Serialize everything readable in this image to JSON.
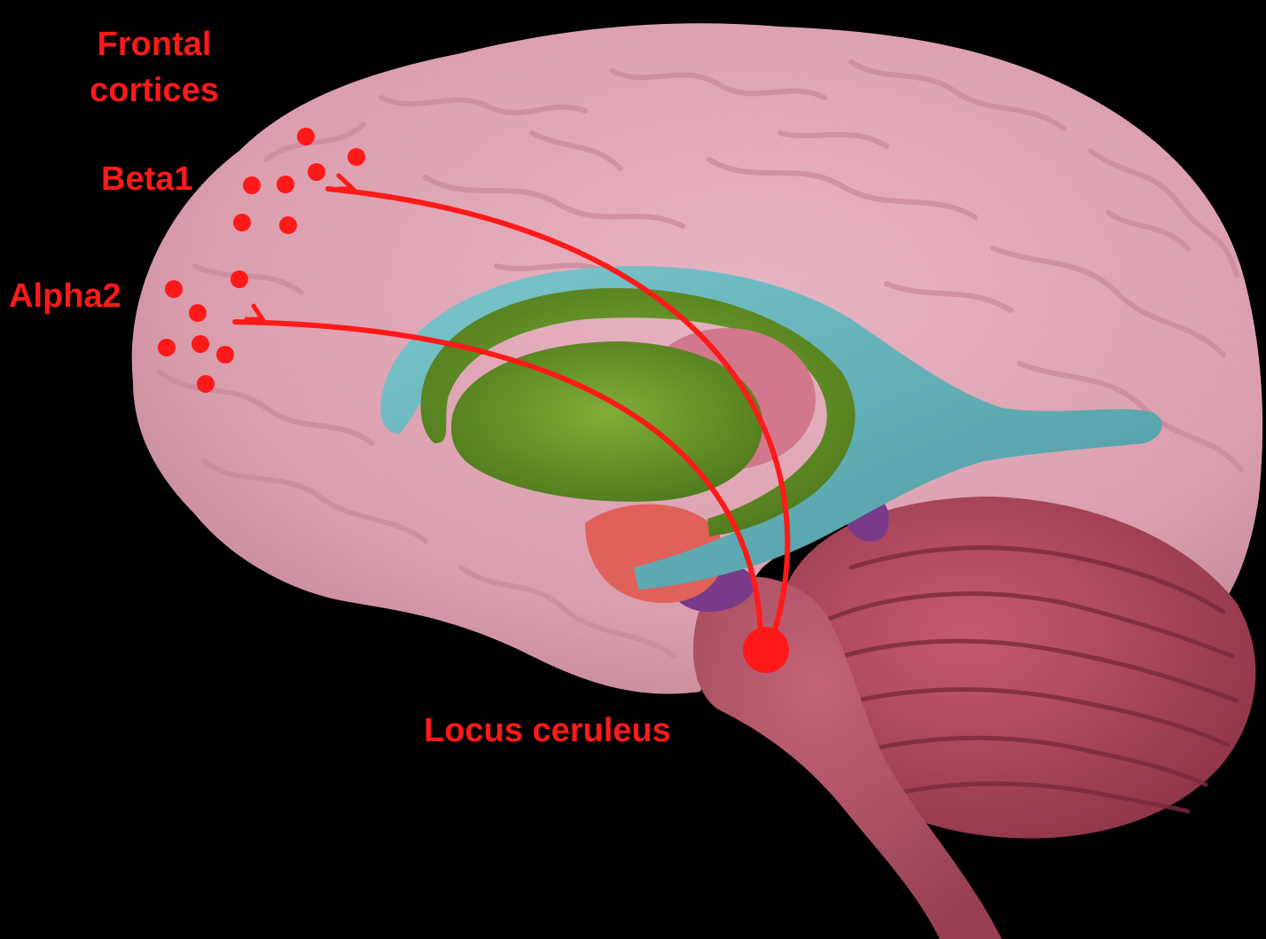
{
  "labels": {
    "frontal_line1": "Frontal",
    "frontal_line2": "cortices",
    "beta": "Beta1",
    "alpha": "Alpha2",
    "locus": "Locus ceruleus"
  },
  "colors": {
    "background": "#000000",
    "annotation_red": "#ff1a1a",
    "cortex_pink": "#e8aab8",
    "cortex_shadow": "#c98a9a",
    "ventricle_teal": "#6fb8bf",
    "striatum_green": "#6f9a2a",
    "thalamus_pink": "#d2788c",
    "brainstem_rose": "#b8566a",
    "cerebellum_rose": "#b04a60",
    "hypothalamus_red": "#e0605a",
    "midbrain_purple": "#7a3a8a"
  },
  "icons": {
    "receptor_marker": "red-dot",
    "nucleus_marker": "large-red-dot",
    "axon_terminal": "synaptic-fork"
  }
}
